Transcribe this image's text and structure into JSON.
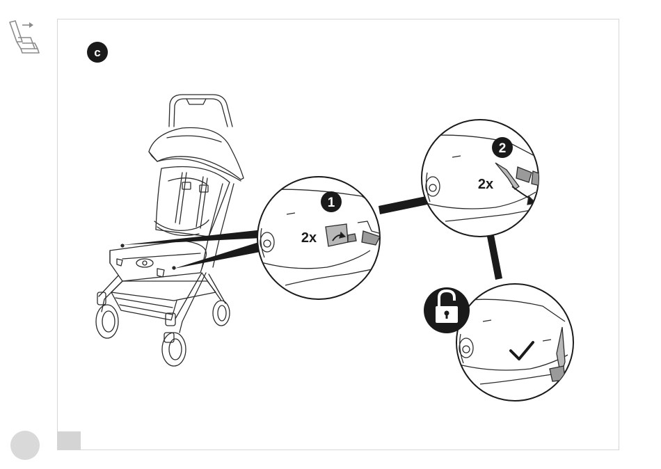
{
  "section_badge": "c",
  "steps": [
    {
      "number": "1",
      "count": "2x"
    },
    {
      "number": "2",
      "count": "2x"
    }
  ],
  "result": {
    "icons": [
      "unlock-icon",
      "checkmark-icon"
    ]
  },
  "header_icon": "seat-recline-icon",
  "colors": {
    "badge": "#1a1a1a",
    "line": "#1a1a1a",
    "frame": "#d6d6d6",
    "placeholder": "#d9d9d9"
  }
}
